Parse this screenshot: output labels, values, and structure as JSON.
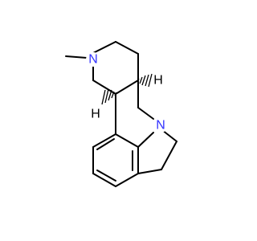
{
  "diagram": {
    "type": "chemical-structure",
    "atom_labels": {
      "n_methyl": "N",
      "n_indoline": "N",
      "h_upper": "H",
      "h_lower": "H"
    },
    "colors": {
      "nitrogen": "#3333ff",
      "bond": "#000000"
    }
  }
}
